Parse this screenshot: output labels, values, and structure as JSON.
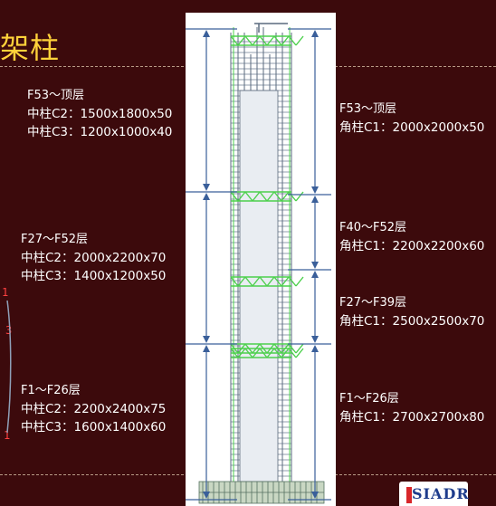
{
  "slide": {
    "title": "架柱",
    "left_groups": [
      {
        "header": "F53～顶层",
        "lines": [
          "中柱C2：1500x1800x50",
          "中柱C3：1200x1000x40"
        ]
      },
      {
        "header": "F27～F52层",
        "lines": [
          "中柱C2：2000x2200x70",
          "中柱C3：1400x1200x50"
        ]
      },
      {
        "header": "F1～F26层",
        "lines": [
          "中柱C2：2200x2400x75",
          "中柱C3：1600x1400x60"
        ]
      }
    ],
    "right_groups": [
      {
        "header": "F53～顶层",
        "line": "角柱C1：2000x2000x50"
      },
      {
        "header": "F40～F52层",
        "line": "角柱C1：2200x2200x60"
      },
      {
        "header": "F27～F39层",
        "line": "角柱C1：2500x2500x70"
      },
      {
        "header": "F1～F26层",
        "line": "角柱C1：2700x2700x80"
      }
    ],
    "edge_marks": [
      "1",
      "3",
      "1"
    ],
    "logo_text": "SIADR"
  },
  "colors": {
    "background": "#3c0a0c",
    "title": "#ffd23a",
    "text": "#ffffff",
    "arrow": "#3a5f9a"
  }
}
